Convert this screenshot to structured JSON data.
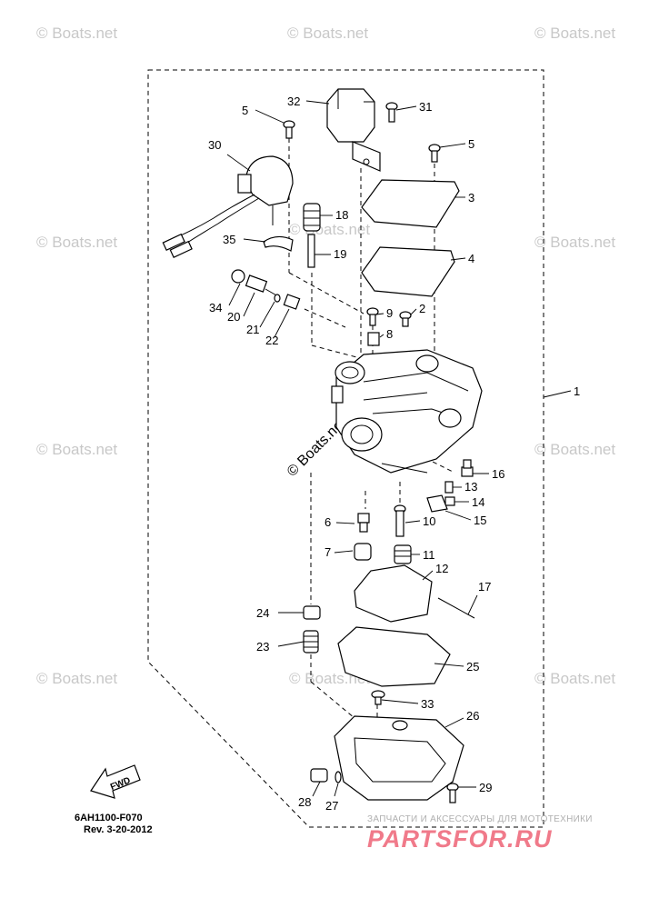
{
  "watermark": "© Boats.net",
  "callouts": [
    "1",
    "2",
    "3",
    "4",
    "5",
    "5",
    "6",
    "7",
    "8",
    "9",
    "10",
    "11",
    "12",
    "13",
    "14",
    "15",
    "16",
    "17",
    "18",
    "19",
    "20",
    "21",
    "22",
    "23",
    "24",
    "25",
    "26",
    "27",
    "28",
    "29",
    "30",
    "31",
    "32",
    "33",
    "34",
    "35"
  ],
  "fwd_label": "FWD",
  "ref_code": "6AH1100-F070",
  "ref_rev": "Rev.  3-20-2012",
  "ad": {
    "tagline": "ЗАПЧАСТИ И АКСЕССУАРЫ ДЛЯ МОТОТЕХНИКИ",
    "logo": "PARTSFOR.RU"
  }
}
